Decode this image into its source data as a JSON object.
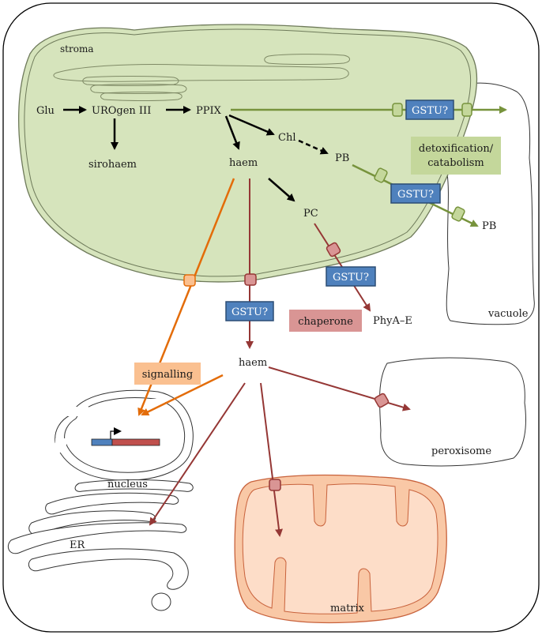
{
  "labels": {
    "stroma": "stroma",
    "glu": "Glu",
    "urogen": "UROgen III",
    "ppix": "PPIX",
    "sirohaem": "sirohaem",
    "chl": "Chl",
    "haem_plastid": "haem",
    "pb_plastid": "PB",
    "pc": "PC",
    "pb_vacuole": "PB",
    "phya": "PhyA–E",
    "vacuole": "vacuole",
    "haem_cytosol": "haem",
    "peroxisome": "peroxisome",
    "nucleus": "nucleus",
    "er": "ER",
    "matrix": "matrix"
  },
  "boxes": {
    "gstu_top": "GSTU?",
    "gstu_pb": "GSTU?",
    "gstu_pc": "GSTU?",
    "gstu_haem": "GSTU?",
    "detox_line1": "detoxification/",
    "detox_line2": "catabolism",
    "chaperone": "chaperone",
    "signalling": "signalling"
  },
  "colors": {
    "chloroplast_fill": "#d6e4bc",
    "chloroplast_stroke": "#6e7a5a",
    "green_path": "#77933c",
    "red_path": "#953735",
    "orange_path": "#e36c09",
    "gstu_fill": "#4f81bd",
    "detox_fill": "#c4d79b",
    "chaperone_fill": "#d99594",
    "signalling_fill": "#fac090",
    "mito_fill": "#f9c8a6",
    "mito_stroke": "#c8623c",
    "gene_blue": "#4f81bd",
    "gene_red": "#c0504d"
  }
}
